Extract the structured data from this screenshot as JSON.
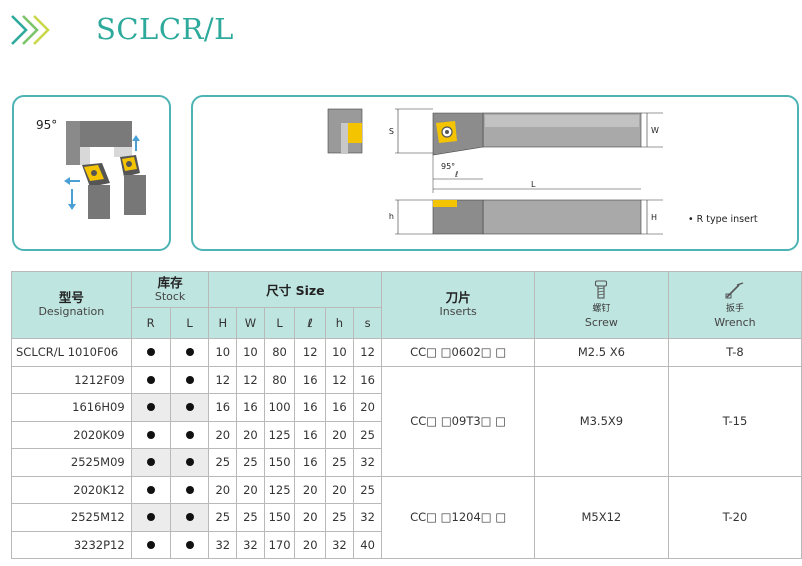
{
  "page": {
    "title": "SCLCR/L"
  },
  "diagram": {
    "angle_label": "95°",
    "dims": {
      "S": "S",
      "W": "W",
      "L": "L",
      "l": "ℓ",
      "h": "h",
      "H": "H",
      "angle": "95°"
    },
    "note": "• R type insert",
    "colors": {
      "accent": "#4db3b3",
      "insert": "#f5c400",
      "arrow": "#4a9fd5"
    }
  },
  "table": {
    "header": {
      "designation_zh": "型号",
      "designation_en": "Designation",
      "stock_zh": "库存",
      "stock_en": "Stock",
      "size_label": "尺寸 Size",
      "inserts_zh": "刀片",
      "inserts_en": "Inserts",
      "screw_zh": "螺钉",
      "screw_en": "Screw",
      "screw_icon": "screw-icon",
      "wrench_zh": "扳手",
      "wrench_en": "Wrench",
      "wrench_icon": "wrench-icon",
      "stock_cols": [
        "R",
        "L"
      ],
      "size_cols": [
        "H",
        "W",
        "L",
        "ℓ",
        "h",
        "s"
      ]
    },
    "rows": [
      {
        "designation": "SCLCR/L 1010F06",
        "R": true,
        "L": true,
        "size": [
          "10",
          "10",
          "80",
          "12",
          "10",
          "12"
        ]
      },
      {
        "designation": "1212F09",
        "R": true,
        "L": true,
        "size": [
          "12",
          "12",
          "80",
          "16",
          "12",
          "16"
        ]
      },
      {
        "designation": "1616H09",
        "R": true,
        "L": true,
        "size": [
          "16",
          "16",
          "100",
          "16",
          "16",
          "20"
        ]
      },
      {
        "designation": "2020K09",
        "R": true,
        "L": true,
        "size": [
          "20",
          "20",
          "125",
          "16",
          "20",
          "25"
        ]
      },
      {
        "designation": "2525M09",
        "R": true,
        "L": true,
        "size": [
          "25",
          "25",
          "150",
          "16",
          "25",
          "32"
        ]
      },
      {
        "designation": "2020K12",
        "R": true,
        "L": true,
        "size": [
          "20",
          "20",
          "125",
          "20",
          "20",
          "25"
        ]
      },
      {
        "designation": "2525M12",
        "R": true,
        "L": true,
        "size": [
          "25",
          "25",
          "150",
          "20",
          "25",
          "32"
        ]
      },
      {
        "designation": "3232P12",
        "R": true,
        "L": true,
        "size": [
          "32",
          "32",
          "170",
          "20",
          "32",
          "40"
        ]
      }
    ],
    "groups": [
      {
        "insert": "CC□ □0602□ □",
        "screw": "M2.5 X6",
        "wrench": "T-8"
      },
      {
        "insert": "CC□ □09T3□ □",
        "screw": "M3.5X9",
        "wrench": "T-15"
      },
      {
        "insert": "CC□ □1204□ □",
        "screw": "M5X12",
        "wrench": "T-20"
      }
    ]
  }
}
